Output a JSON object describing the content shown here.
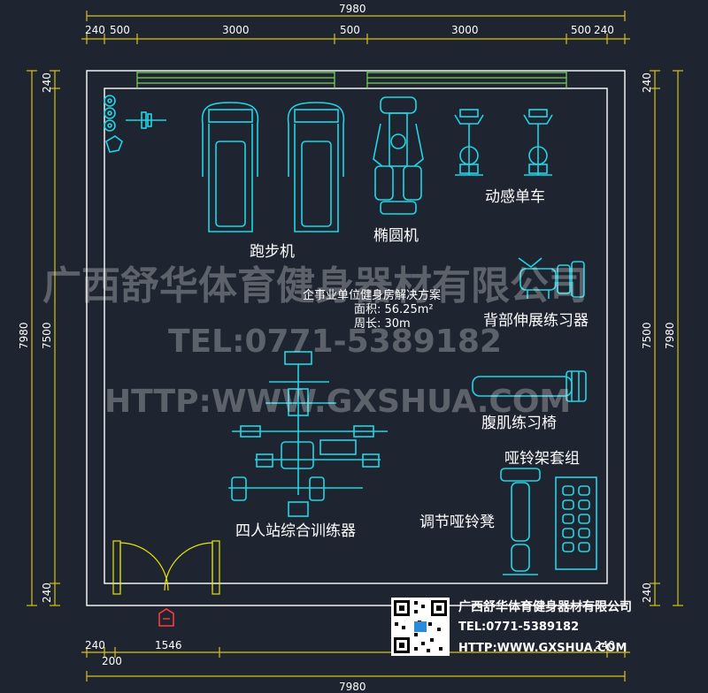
{
  "dimensions": {
    "top_total": "7980",
    "top_segments": [
      "240",
      "500",
      "3000",
      "500",
      "3000",
      "500",
      "240"
    ],
    "left_outer": "7980",
    "left_inner": "7500",
    "left_top": "240",
    "left_bottom": "240",
    "right_outer": "7980",
    "right_inner": "7500",
    "right_top": "240",
    "right_bottom": "240",
    "bottom_total": "7980",
    "bottom_segments": [
      "240",
      "200",
      "1546",
      "240"
    ]
  },
  "labels": {
    "treadmill": "跑步机",
    "elliptical": "椭圆机",
    "spin_bike": "动感单车",
    "back_extension": "背部伸展练习器",
    "ab_bench": "腹肌练习椅",
    "dumbbell_rack": "哑铃架套组",
    "adjustable_bench": "调节哑铃凳",
    "four_station": "四人站综合训练器"
  },
  "plan_info": {
    "title": "企事业单位健身房解决方案",
    "area": "面积: 56.25m²",
    "perimeter": "周长: 30m"
  },
  "watermark": {
    "company": "广西舒华体育健身器材有限公司",
    "tel": "TEL:0771-5389182",
    "url": "HTTP:WWW.GXSHUA.COM"
  },
  "legend": {
    "company": "广西舒华体育健身器材有限公司",
    "tel": "TEL:0771-5389182",
    "url": "HTTP:WWW.GXSHUA.COM"
  },
  "colors": {
    "background": "#1e2430",
    "equipment": "#1fd6e6",
    "dimension_lines": "#d8c21a",
    "door": "#e6e600",
    "window": "#7cd45a"
  }
}
